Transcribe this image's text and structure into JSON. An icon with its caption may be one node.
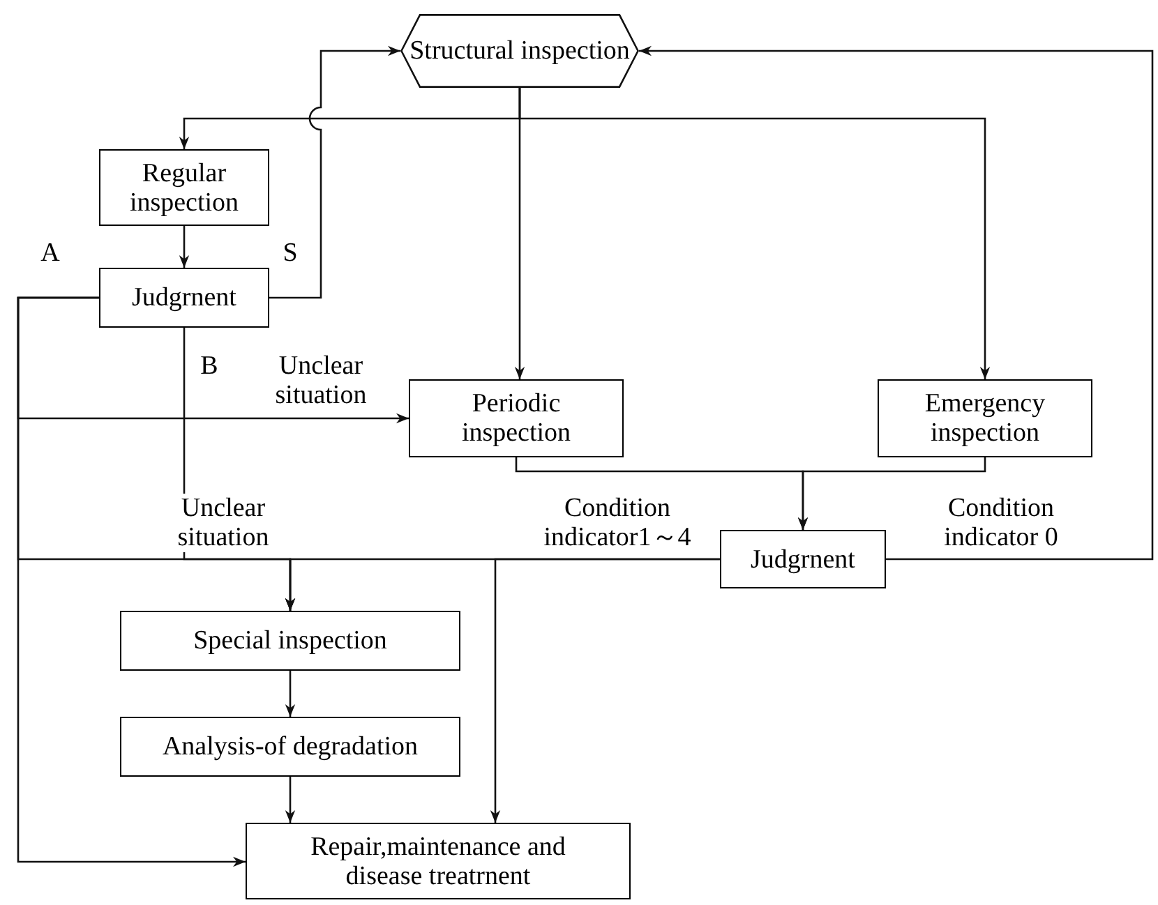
{
  "diagram": {
    "nodes": [
      {
        "text": [
          "Structural inspection"
        ]
      },
      {
        "text": [
          "Regular inspection"
        ]
      },
      {
        "text": [
          "Judgrnent"
        ]
      },
      {
        "text": [
          "Periodic inspection"
        ]
      },
      {
        "text": [
          "Emergency inspection"
        ]
      },
      {
        "text": [
          "Judgrnent"
        ]
      },
      {
        "text": [
          "Special inspection"
        ]
      },
      {
        "text": [
          "Analysis-of degradation"
        ]
      },
      {
        "text": [
          "Repair,maintenance and disease treatrnent"
        ]
      }
    ],
    "edges": [
      {
        "from": 0,
        "to": 1,
        "arrow": "to"
      },
      {
        "from": 0,
        "to": 3,
        "arrow": "to"
      },
      {
        "from": 0,
        "to": 4,
        "arrow": "to"
      },
      {
        "from": 1,
        "to": 2,
        "arrow": "to"
      },
      {
        "from": 2,
        "to": 0,
        "arrow": "to",
        "label": "S"
      },
      {
        "from": 2,
        "to": 8,
        "arrow": "to",
        "label": "A"
      },
      {
        "from": 2,
        "to": 3,
        "arrow": "to",
        "label": "Unclear situation"
      },
      {
        "from": 2,
        "to": 6,
        "arrow": "to",
        "label": "Unclear situation"
      },
      {
        "from": 2,
        "to": 6,
        "arrow": "to",
        "label": "B"
      },
      {
        "from": 3,
        "to": 5,
        "arrow": "to"
      },
      {
        "from": 4,
        "to": 5,
        "arrow": "to"
      },
      {
        "from": 5,
        "to": 6,
        "arrow": "to",
        "label": "Condition indicator1～4"
      },
      {
        "from": 5,
        "to": 8,
        "arrow": "to"
      },
      {
        "from": 5,
        "to": 0,
        "arrow": "to",
        "label": "Condition indicator 0"
      },
      {
        "from": 6,
        "to": 7,
        "arrow": "to"
      },
      {
        "from": 7,
        "to": 8,
        "arrow": "to"
      }
    ]
  }
}
